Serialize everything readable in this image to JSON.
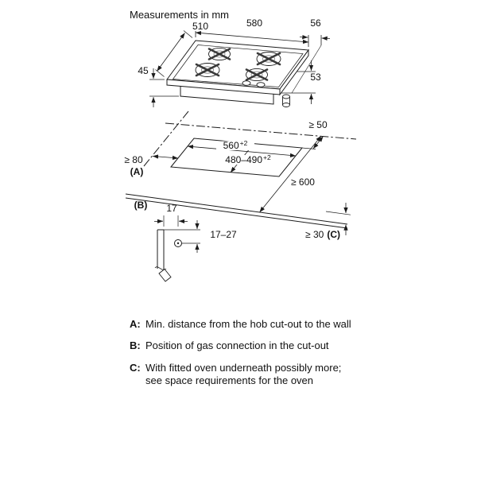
{
  "title": "Measurements in mm",
  "colors": {
    "background": "#ffffff",
    "line": "#1c1c1c"
  },
  "hob": {
    "width": "580",
    "depth": "510",
    "gas_offset": "56",
    "height_front": "45",
    "height_right": "53"
  },
  "installation": {
    "clearance_back": "≥ 50",
    "clearance_left": "≥ 80",
    "marker_a": "(A)",
    "cutout_width": "560",
    "cutout_width_tol": "+2",
    "cutout_depth": "480–490",
    "cutout_depth_tol": "+2",
    "worktop_depth": "≥ 600",
    "clearance_front": "≥ 30",
    "marker_c": "(C)"
  },
  "gas_detail": {
    "marker_b": "(B)",
    "offset_side": "17",
    "offset_depth": "17–27"
  },
  "legend": {
    "items": [
      {
        "key": "A:",
        "text": "Min. distance from the hob cut-out to the wall"
      },
      {
        "key": "B:",
        "text": "Position of gas connection in the cut-out"
      },
      {
        "key": "C:",
        "text": "With fitted oven underneath possibly more; see space requirements for the oven"
      }
    ]
  }
}
